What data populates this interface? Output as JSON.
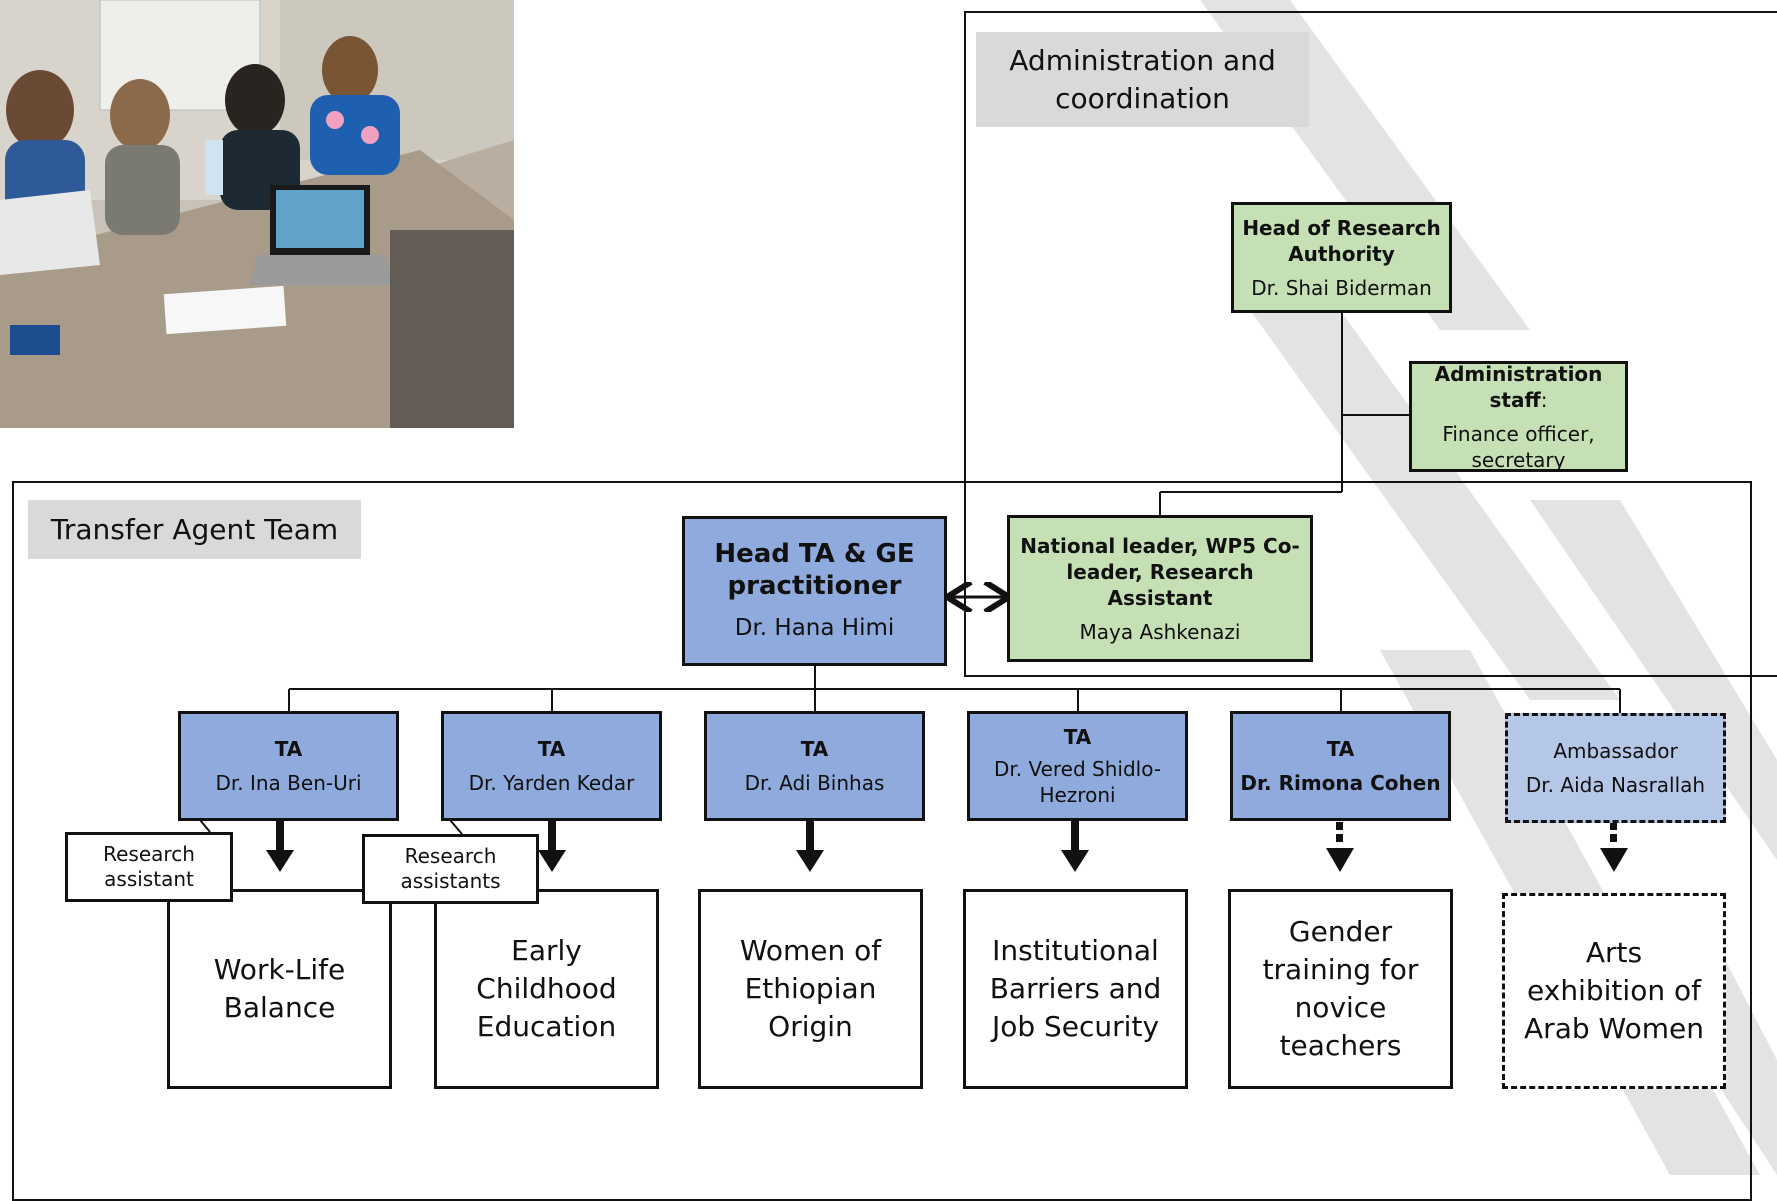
{
  "admin_panel": {
    "label": "Administration and coordination"
  },
  "team_panel": {
    "label": "Transfer Agent Team"
  },
  "head_research": {
    "title": "Head of Research Authority",
    "name": "Dr. Shai Biderman"
  },
  "admin_staff": {
    "title": "Administration staff",
    "colon": ":",
    "desc": "Finance officer, secretary"
  },
  "national_leader": {
    "title": "National leader, WP5 Co-leader, Research Assistant",
    "name": "Maya Ashkenazi"
  },
  "head_ta": {
    "title": "Head TA & GE practitioner",
    "name": "Dr. Hana Himi"
  },
  "tas": [
    {
      "role": "TA",
      "name": "Dr. Ina Ben-Uri",
      "project": "Work-Life Balance"
    },
    {
      "role": "TA",
      "name": "Dr. Yarden Kedar",
      "project": "Early Childhood Education"
    },
    {
      "role": "TA",
      "name": "Dr. Adi Binhas",
      "project": "Women of Ethiopian Origin"
    },
    {
      "role": "TA",
      "name": "Dr. Vered Shidlo-Hezroni",
      "project": "Institutional Barriers and Job Security"
    },
    {
      "role": "TA",
      "name": "Dr. Rimona Cohen",
      "project": "Gender training for novice teachers"
    },
    {
      "role": "Ambassador",
      "name": "Dr. Aida Nasrallah",
      "project": "Arts exhibition of Arab Women"
    }
  ],
  "research_assistant": "Research assistant",
  "research_assistants": "Research assistants",
  "colors": {
    "green": "#c5e0b4",
    "blue": "#8faadc",
    "light_blue": "#b4c7e7",
    "label_gray": "#d9d9d9",
    "stripe": "#d4d4d4"
  }
}
